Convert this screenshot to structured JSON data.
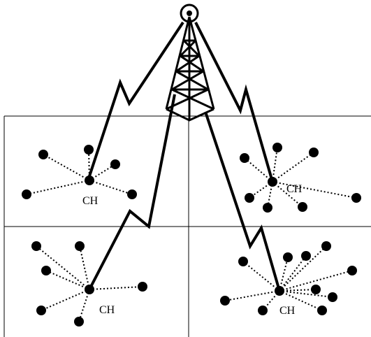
{
  "diagram": {
    "cluster_head_label": "CH",
    "colors": {
      "ink": "#000000",
      "background": "#ffffff"
    },
    "elements": [
      "tower-icon",
      "cluster-grid",
      "wireless-link-bolts",
      "sensor-nodes",
      "cluster-heads"
    ]
  }
}
